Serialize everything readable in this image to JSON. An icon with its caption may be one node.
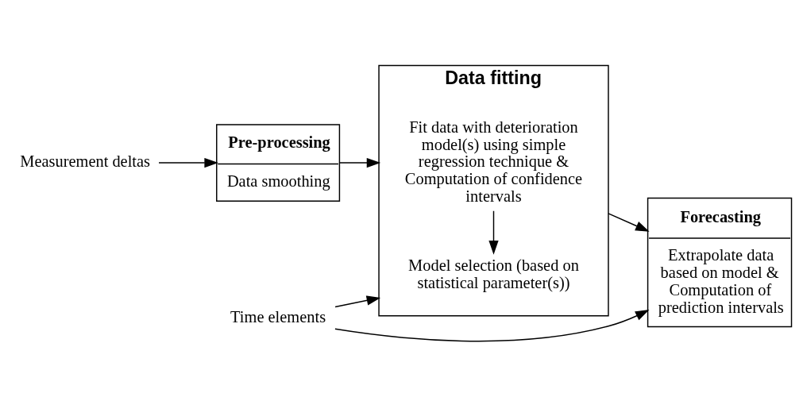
{
  "diagram": {
    "nodes": [
      {
        "text": [
          "Measurement deltas"
        ]
      },
      {
        "text": [
          "Pre-processing",
          "Data smoothing"
        ]
      },
      {
        "text": [
          "Data fitting"
        ]
      },
      {
        "text": [
          "Fit data with deterioration model(s) using simple regression technique & Computation of confidence intervals"
        ],
        "in": 2
      },
      {
        "text": [
          "Model selection (based on statistical parameter(s))"
        ],
        "in": 2
      },
      {
        "text": [
          "Forecasting",
          "Extrapolate data based on model & Computation of prediction intervals"
        ]
      },
      {
        "text": [
          "Time elements"
        ]
      }
    ],
    "edges": [
      {
        "from": 0,
        "to": 1,
        "arrow": "to"
      },
      {
        "from": 1,
        "to": 2,
        "arrow": "to"
      },
      {
        "from": 3,
        "to": 4,
        "arrow": "to"
      },
      {
        "from": 2,
        "to": 5,
        "arrow": "to"
      },
      {
        "from": 6,
        "to": 2,
        "arrow": "to"
      },
      {
        "from": 6,
        "to": 5,
        "arrow": "to"
      }
    ]
  }
}
